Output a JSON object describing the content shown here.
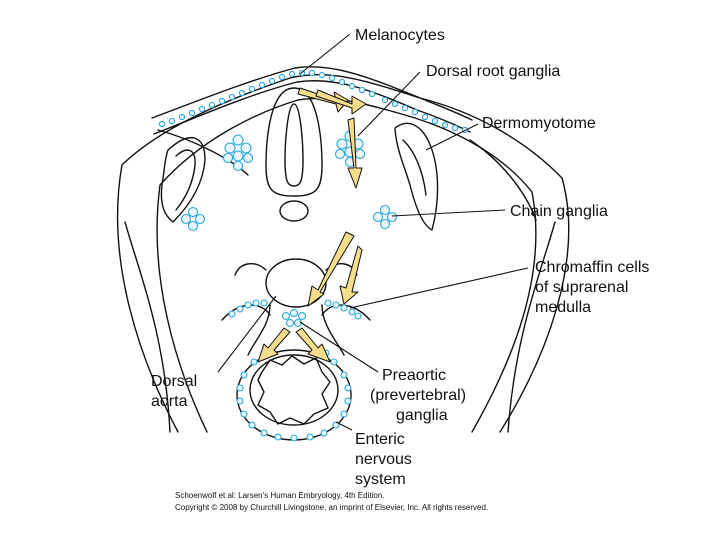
{
  "labels": {
    "melanocytes": "Melanocytes",
    "dorsal_root_ganglia": "Dorsal root ganglia",
    "dermomyotome": "Dermomyotome",
    "chain_ganglia": "Chain ganglia",
    "chromaffin_1": "Chromaffin cells",
    "chromaffin_2": "of suprarenal",
    "chromaffin_3": "medulla",
    "dorsal_aorta_1": "Dorsal",
    "dorsal_aorta_2": "aorta",
    "preaortic_1": "Preaortic",
    "preaortic_2": "(prevertebral)",
    "preaortic_3": "ganglia",
    "enteric_1": "Enteric",
    "enteric_2": "nervous",
    "enteric_3": "system"
  },
  "caption": {
    "line1": "Schoenwolf et al: Larsen's Human Embryology, 4th Edition.",
    "line2": "Copyright © 2008 by Churchill Livingstone, an imprint of Elsevier, Inc. All rights reserved."
  },
  "colors": {
    "neural_crest_cells": "#2aa8d8",
    "migration_arrows": "#f6dd8c",
    "outline": "#111111"
  }
}
